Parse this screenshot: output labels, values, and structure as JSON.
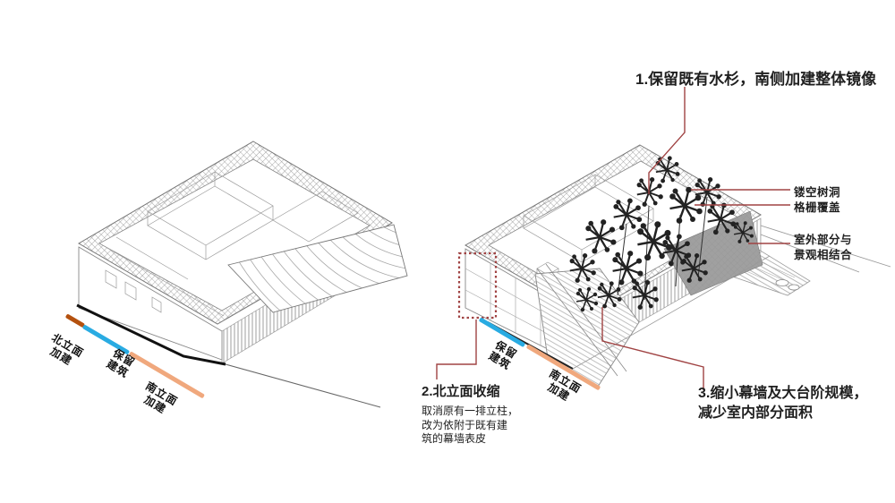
{
  "colors": {
    "leader-red": "#a04343",
    "line-north": "#b4510f",
    "line-retained": "#29abe2",
    "line-south": "#f0a87d",
    "ink": "#1f1f1f"
  },
  "notes": {
    "n1": "1.保留既有水杉，南侧加建整体镜像",
    "n2_title": "2.北立面收缩",
    "n2_body1": "取消原有一排立柱，",
    "n2_body2": "改为依附于既有建",
    "n2_body3": "筑的幕墙表皮",
    "n3_line1": "3.缩小幕墙及大台阶规模，",
    "n3_line2": "减少室内部分面积"
  },
  "callouts": {
    "tree_hole": "镂空树洞",
    "grille": "格栅覆盖",
    "outdoor1": "室外部分与",
    "outdoor2": "景观相结合"
  },
  "tags": {
    "north1": "北立面",
    "north2": "加建",
    "retain1": "保留",
    "retain2": "建筑",
    "south1": "南立面",
    "south2": "加建"
  }
}
